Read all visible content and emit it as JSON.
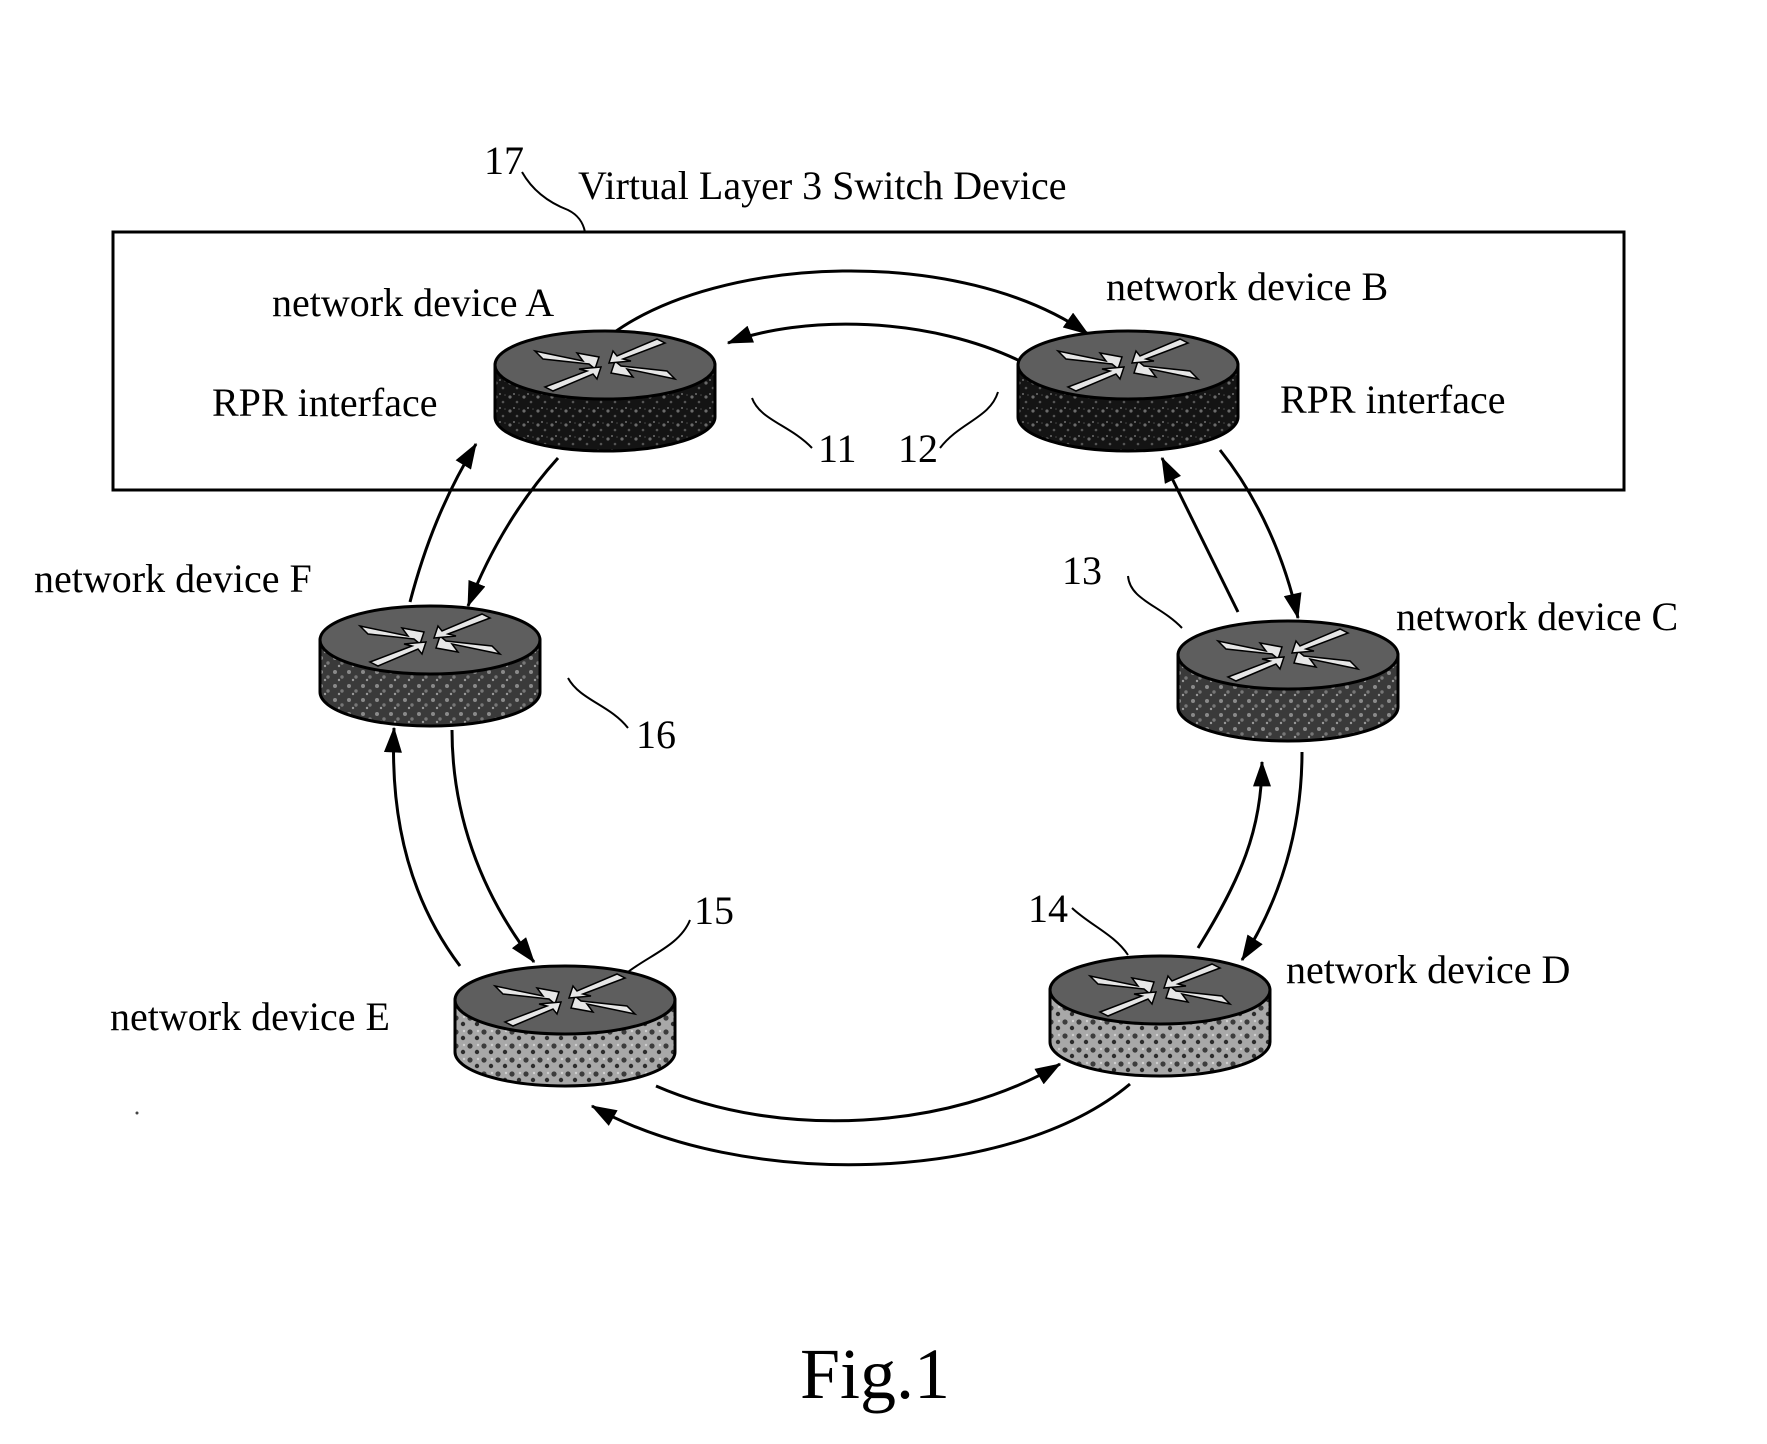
{
  "title": "Virtual Layer 3 Switch Device",
  "figure_caption": "Fig.1",
  "devices": [
    {
      "id": "A",
      "label": "network device A",
      "interface_label": "RPR interface"
    },
    {
      "id": "B",
      "label": "network device B",
      "interface_label": "RPR interface"
    },
    {
      "id": "C",
      "label": "network device C"
    },
    {
      "id": "D",
      "label": "network device D"
    },
    {
      "id": "E",
      "label": "network device E"
    },
    {
      "id": "F",
      "label": "network device F"
    }
  ],
  "reference_numerals": {
    "switch_box": "17",
    "link_a": "11",
    "link_b": "12",
    "link_c": "13",
    "link_d": "14",
    "link_e": "15",
    "link_f": "16"
  },
  "colors": {
    "dark_device": "#1a1a1a",
    "light_device": "#9a9a9a",
    "line": "#000000"
  }
}
